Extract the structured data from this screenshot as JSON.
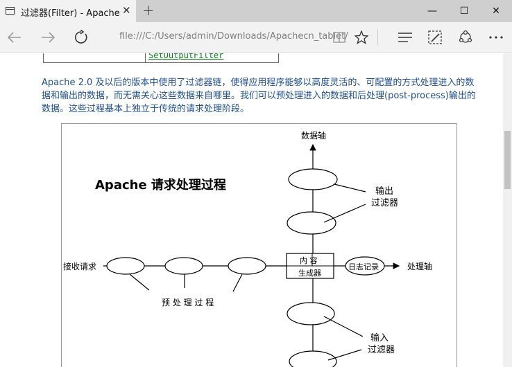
{
  "browser": {
    "tab_title": "过滤器(Filter)  -  Apache",
    "tab_close": "✕",
    "new_tab": "+",
    "window": {
      "minimize": "—",
      "maximize": "☐",
      "close": "✕"
    },
    "url": "file:///C:/Users/admin/Downloads/Apachecn_tablet/"
  },
  "content": {
    "table_cell_link": "SetOutputFilter",
    "paragraph": "Apache 2.0 及以后的版本中使用了过滤器链，使得应用程序能够以高度灵活的、可配置的方式处理进入的数据和输出的数据，而无需关心这些数据来自哪里。我们可以预处理进入的数据和后处理(post-process)输出的数据。这些过程基本上独立于传统的请求处理阶段。"
  },
  "diagram": {
    "title": "Apache 请求处理过程",
    "data_axis": "数据轴",
    "process_axis": "处理轴",
    "receive_request": "接收请求",
    "preprocess": "预 处 理 过 程",
    "content_gen_line1": "内  容",
    "content_gen_line2": "生成器",
    "logging": "日志记录",
    "output_filter_line1": "输出",
    "output_filter_line2": "过滤器",
    "input_filter_line1": "输入",
    "input_filter_line2": "过滤器"
  }
}
